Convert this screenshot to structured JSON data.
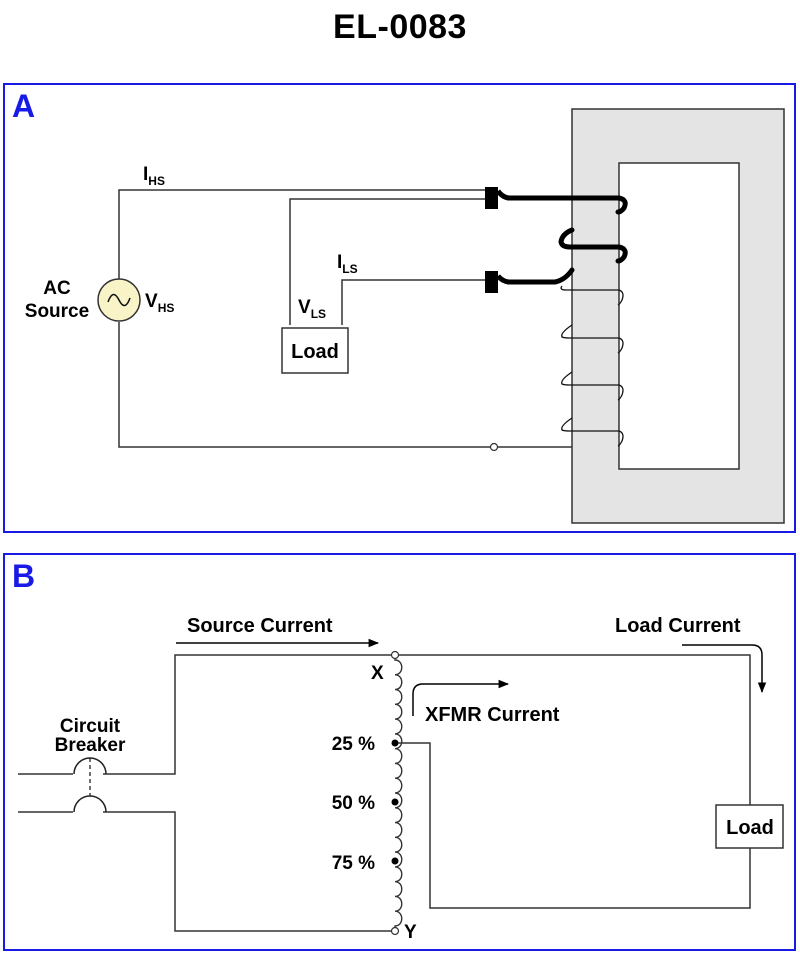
{
  "title": "EL-0083",
  "colors": {
    "panel_border": "#1a1ae6",
    "panel_letter": "#1a1ae6",
    "core_fill": "#e4e4e4",
    "source_fill": "#f8f4c8",
    "wire": "#333333"
  },
  "panel_a": {
    "letter": "A",
    "source_label_line1": "AC",
    "source_label_line2": "Source",
    "source_icon": "ac-sine-wave-icon",
    "i_hs": {
      "main": "I",
      "sub": "HS"
    },
    "v_hs": {
      "main": "V",
      "sub": "HS"
    },
    "i_ls": {
      "main": "I",
      "sub": "LS"
    },
    "v_ls": {
      "main": "V",
      "sub": "LS"
    },
    "load_label": "Load"
  },
  "panel_b": {
    "letter": "B",
    "source_current_label": "Source Current",
    "load_current_label": "Load Current",
    "xfmr_current_label": "XFMR Current",
    "breaker_label_line1": "Circuit",
    "breaker_label_line2": "Breaker",
    "terminal_x": "X",
    "terminal_y": "Y",
    "taps": [
      "25 %",
      "50 %",
      "75 %"
    ],
    "load_label": "Load"
  }
}
